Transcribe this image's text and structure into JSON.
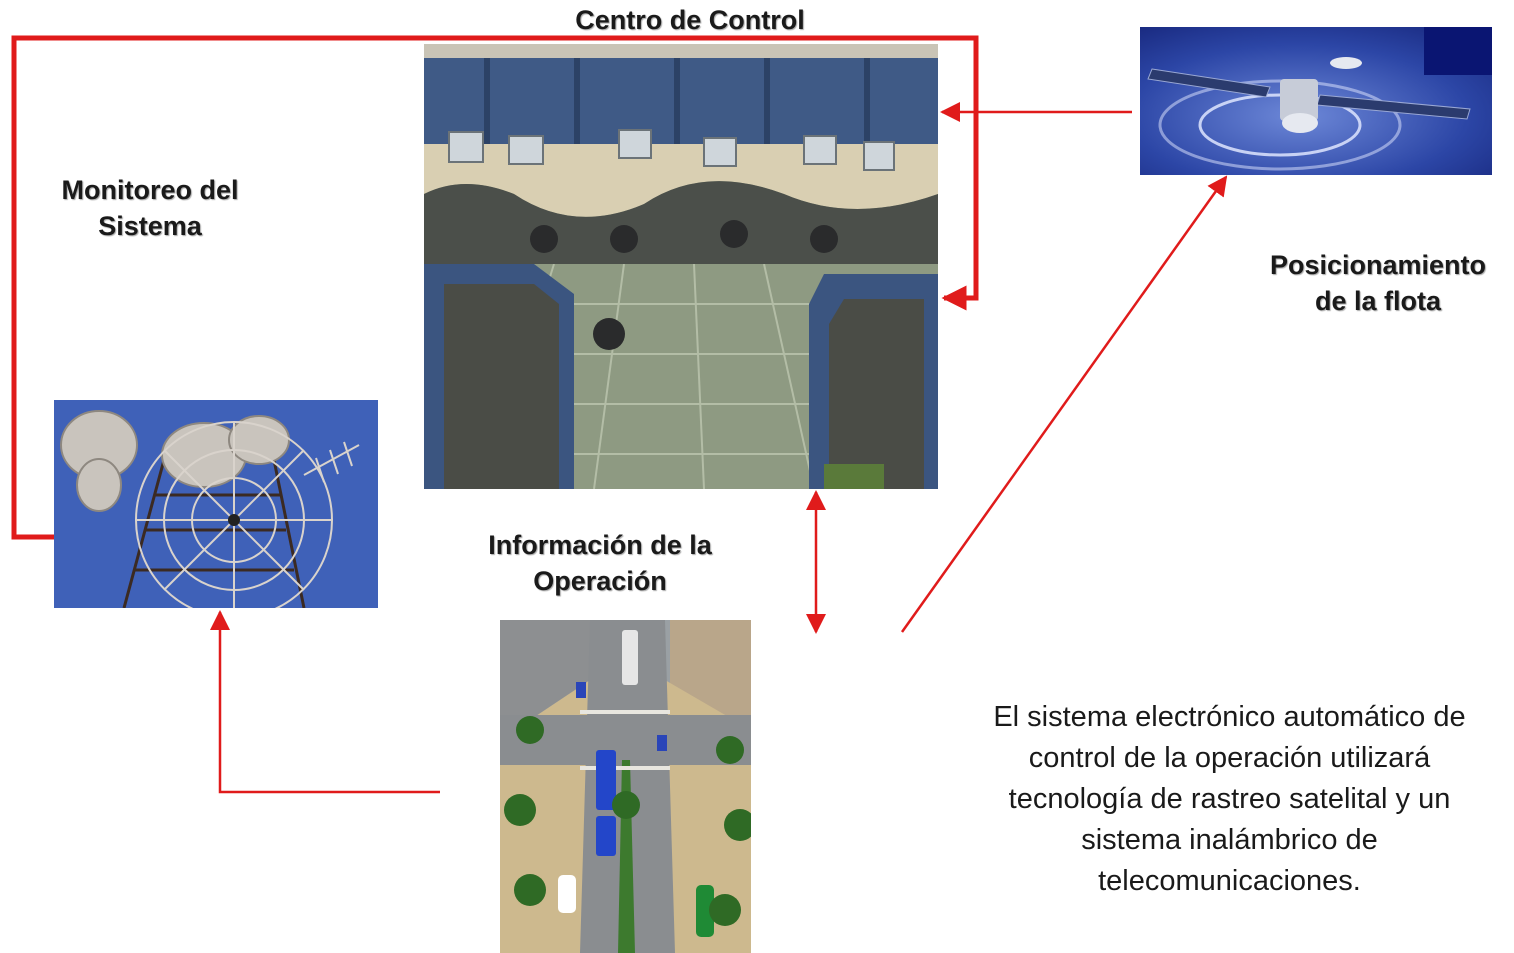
{
  "labels": {
    "control_center": "Centro de Control",
    "monitoring": [
      "Monitoreo del",
      "Sistema"
    ],
    "positioning": [
      "Posicionamiento",
      "de la flota"
    ],
    "operation_info": [
      "Información de la",
      "Operación"
    ]
  },
  "description": [
    "El sistema electrónico automático de",
    "control de la operación utilizará",
    "tecnología de rastreo satelital y un",
    "sistema inalámbrico de",
    "telecomunicaciones."
  ],
  "colors": {
    "connector": "#e01b1b",
    "label_text": "#1a1a1a"
  },
  "images": {
    "control_room": "control-room-photo",
    "satellite": "satellite-illustration",
    "antenna": "antenna-tower-photo",
    "street": "brt-street-rendering"
  }
}
